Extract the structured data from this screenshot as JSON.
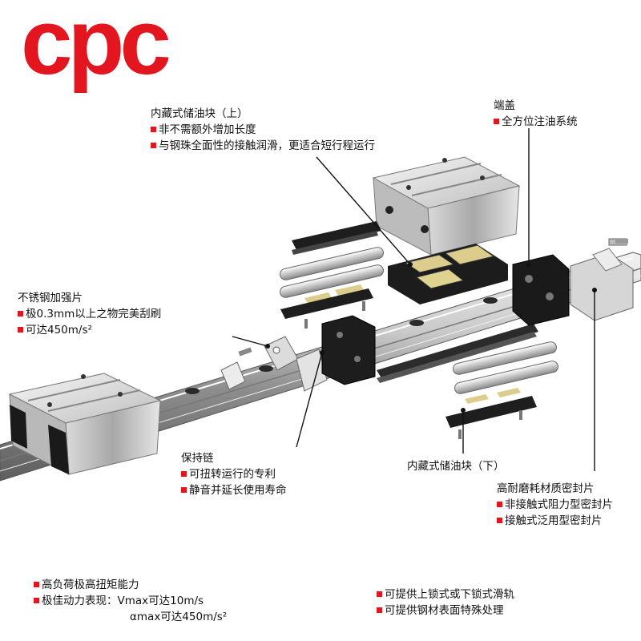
{
  "logo": {
    "text": "cpc",
    "color": "#e3151f"
  },
  "accent_color": "#e3151f",
  "callouts": {
    "top_reservoir": {
      "title": "内藏式储油块（上）",
      "bullets": [
        "非不需额外增加长度",
        "与钢珠全面性的接触润滑，更适合短行程运行"
      ]
    },
    "end_cap": {
      "title": "端盖",
      "bullets": [
        "全方位注油系统"
      ]
    },
    "stainless_plate": {
      "title": "不锈钢加强片",
      "bullets": [
        "极0.3mm以上之物完美刮刷",
        "可达450m/s²"
      ]
    },
    "retainer": {
      "title": "保持链",
      "bullets": [
        "可扭转运行的专利",
        "静音并延长使用寿命"
      ]
    },
    "bottom_reservoir": {
      "title": "内藏式储油块（下）"
    },
    "seal": {
      "title": "高耐磨耗材质密封片",
      "bullets": [
        "非接触式阻力型密封片",
        "接触式泛用型密封片"
      ]
    }
  },
  "features_left": {
    "bullets": [
      "高负荷极高扭矩能力",
      "极佳动力表现：Vmax可达10m/s"
    ],
    "continuation": "αmax可达450m/s²"
  },
  "features_right": {
    "bullets": [
      "可提供上锁式或下锁式滑轨",
      "可提供钢材表面特殊处理"
    ]
  },
  "icons": [
    "rail",
    "carriage-block",
    "end-cap",
    "ball-chain",
    "oil-reservoir",
    "screw"
  ]
}
